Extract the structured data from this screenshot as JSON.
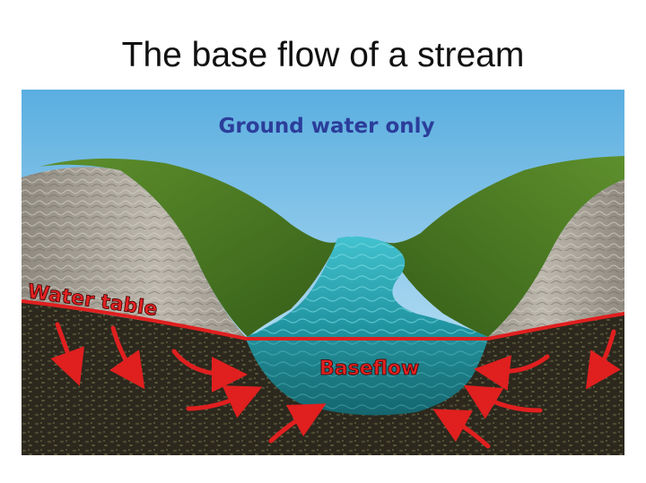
{
  "title": "The base flow of a stream",
  "labels": {
    "ground_water": "Ground water only",
    "water_table": "Water table",
    "baseflow": "Baseflow"
  },
  "colors": {
    "sky_top": "#6fb7e4",
    "sky_bottom": "#d2ecf8",
    "grass": "#4f7f25",
    "rock": "#a9a49a",
    "soil": "#2e2a1f",
    "water": "#2aa8b5",
    "water_table_line": "#e01f1f",
    "arrow": "#e01f1f"
  }
}
